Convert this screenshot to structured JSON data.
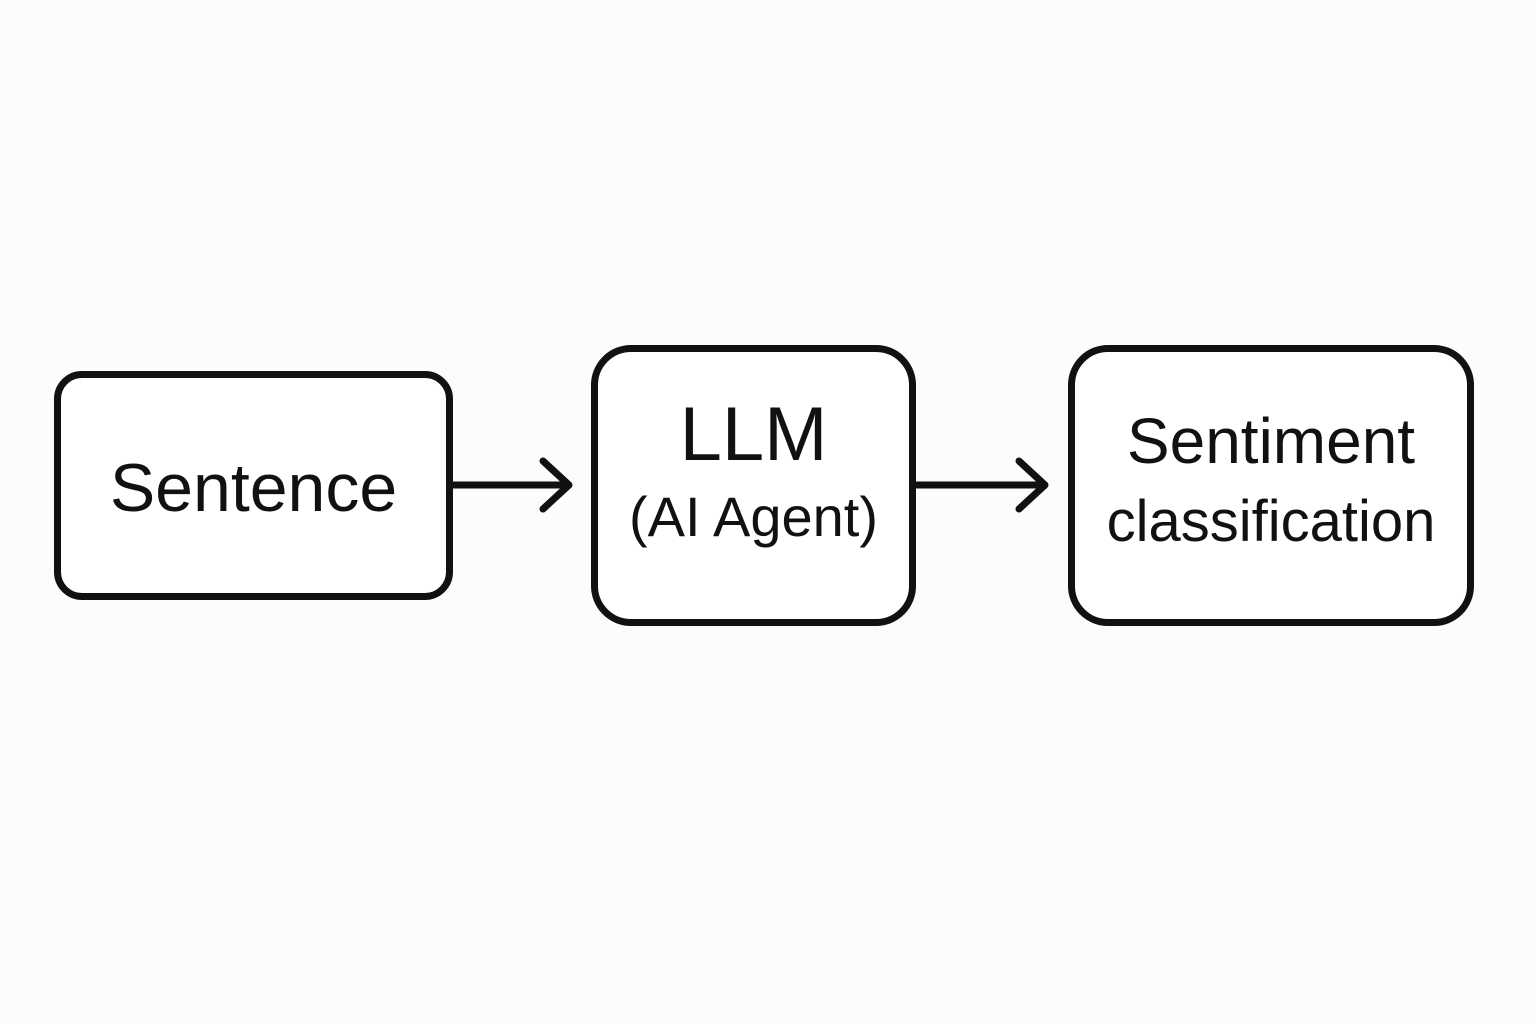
{
  "diagram": {
    "nodes": [
      {
        "id": "sentence",
        "lines": [
          "Sentence"
        ]
      },
      {
        "id": "llm",
        "lines": [
          "LLM",
          "(AI Agent)"
        ]
      },
      {
        "id": "sentiment",
        "lines": [
          "Sentiment",
          "classification"
        ]
      }
    ],
    "edges": [
      {
        "from": "sentence",
        "to": "llm"
      },
      {
        "from": "llm",
        "to": "sentiment"
      }
    ],
    "colors": {
      "stroke": "#111111",
      "background": "#fcfcfc",
      "box_fill": "#ffffff"
    }
  }
}
